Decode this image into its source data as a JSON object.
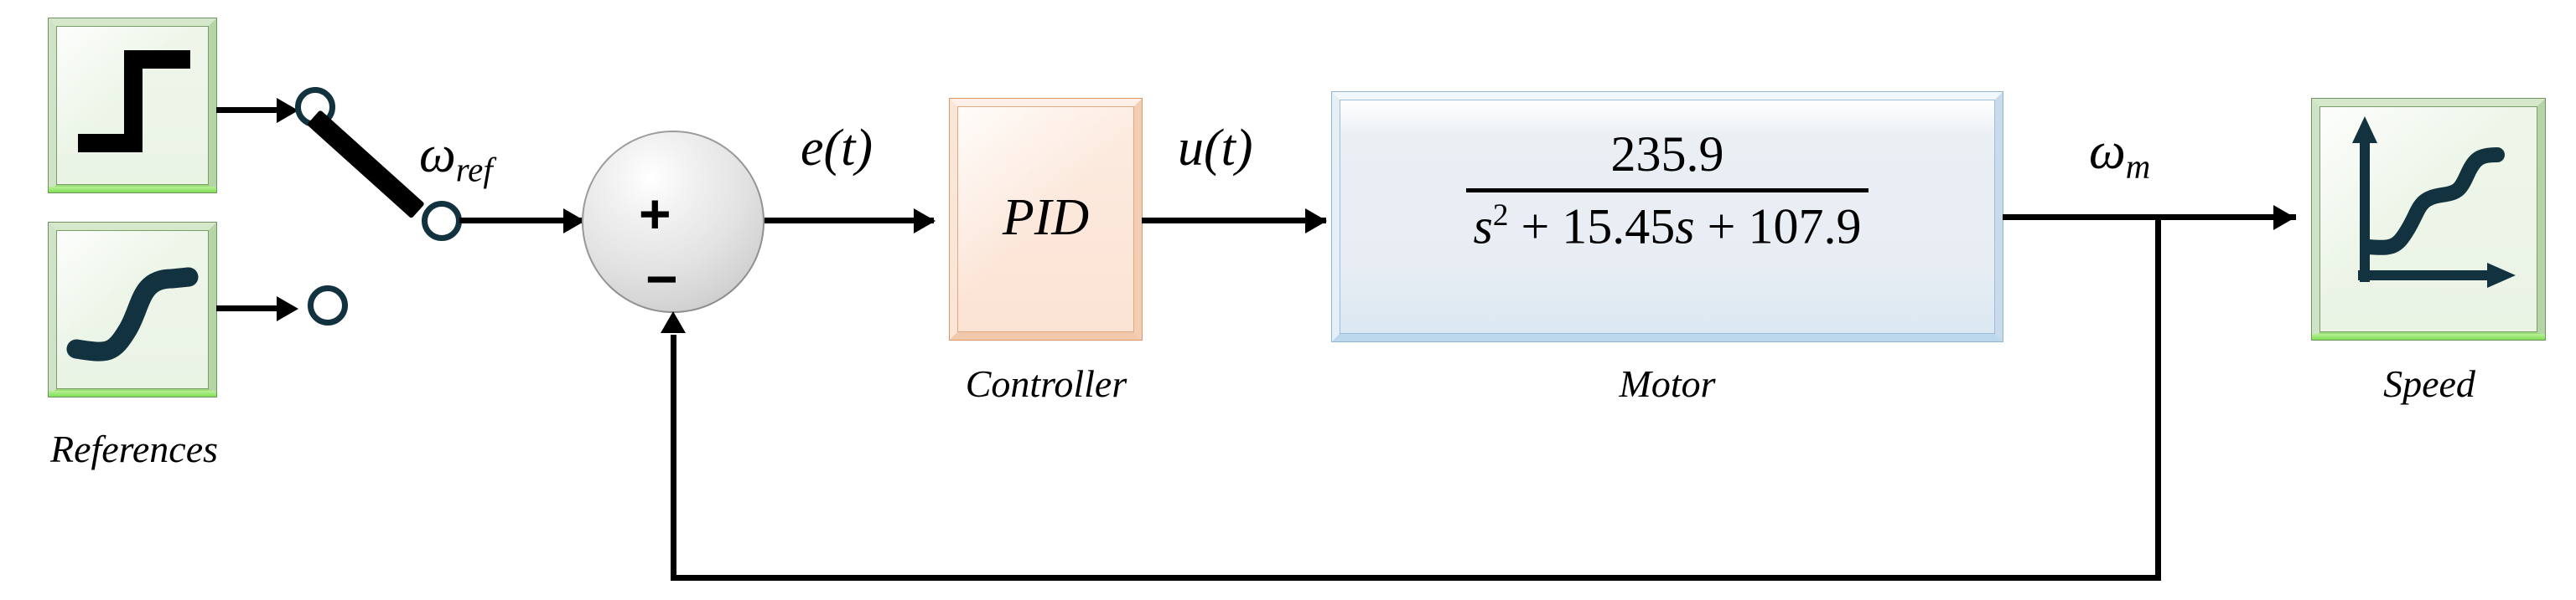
{
  "diagram": {
    "title": "Closed-loop DC motor speed control block diagram",
    "colors": {
      "source_block_fill": "#eaf4e5",
      "source_block_edge": "#7a9c68",
      "source_block_glow": "#7fe055",
      "controller_fill": "#fbe3d4",
      "controller_edge": "#d89a6c",
      "plant_fill": "#e7edf3",
      "plant_edge": "#8fb6d4",
      "sum_fill": "#e3e3e3",
      "wire": "#000000",
      "terminal": "#12323f",
      "curve": "#12323f"
    }
  },
  "references": {
    "caption": "References",
    "blocks": [
      {
        "name": "step-reference",
        "signal": "step"
      },
      {
        "name": "smooth-step-reference",
        "signal": "s-curve"
      }
    ]
  },
  "switch": {
    "name": "reference-selector-switch",
    "state": "upper",
    "terminals": [
      "upper-terminal",
      "lower-terminal"
    ]
  },
  "signals": {
    "reference": {
      "symbol": "ω",
      "subscript": "ref"
    },
    "error": "e(t)",
    "control": "u(t)",
    "output": {
      "symbol": "ω",
      "subscript": "m"
    }
  },
  "summing_junction": {
    "name": "summing-junction",
    "plus": "+",
    "minus": "−"
  },
  "controller": {
    "label": "PID",
    "caption": "Controller"
  },
  "plant": {
    "caption": "Motor",
    "transfer_function": {
      "numerator": "235.9",
      "denominator_base": "s",
      "denominator_exponent": "2",
      "denominator_rest": "+ 15.45s + 107.9",
      "denominator_full": "s² + 15.45s + 107.9",
      "full": "235.9 / (s² + 15.45s + 107.9)"
    }
  },
  "scope": {
    "caption": "Speed",
    "name": "speed-scope"
  }
}
